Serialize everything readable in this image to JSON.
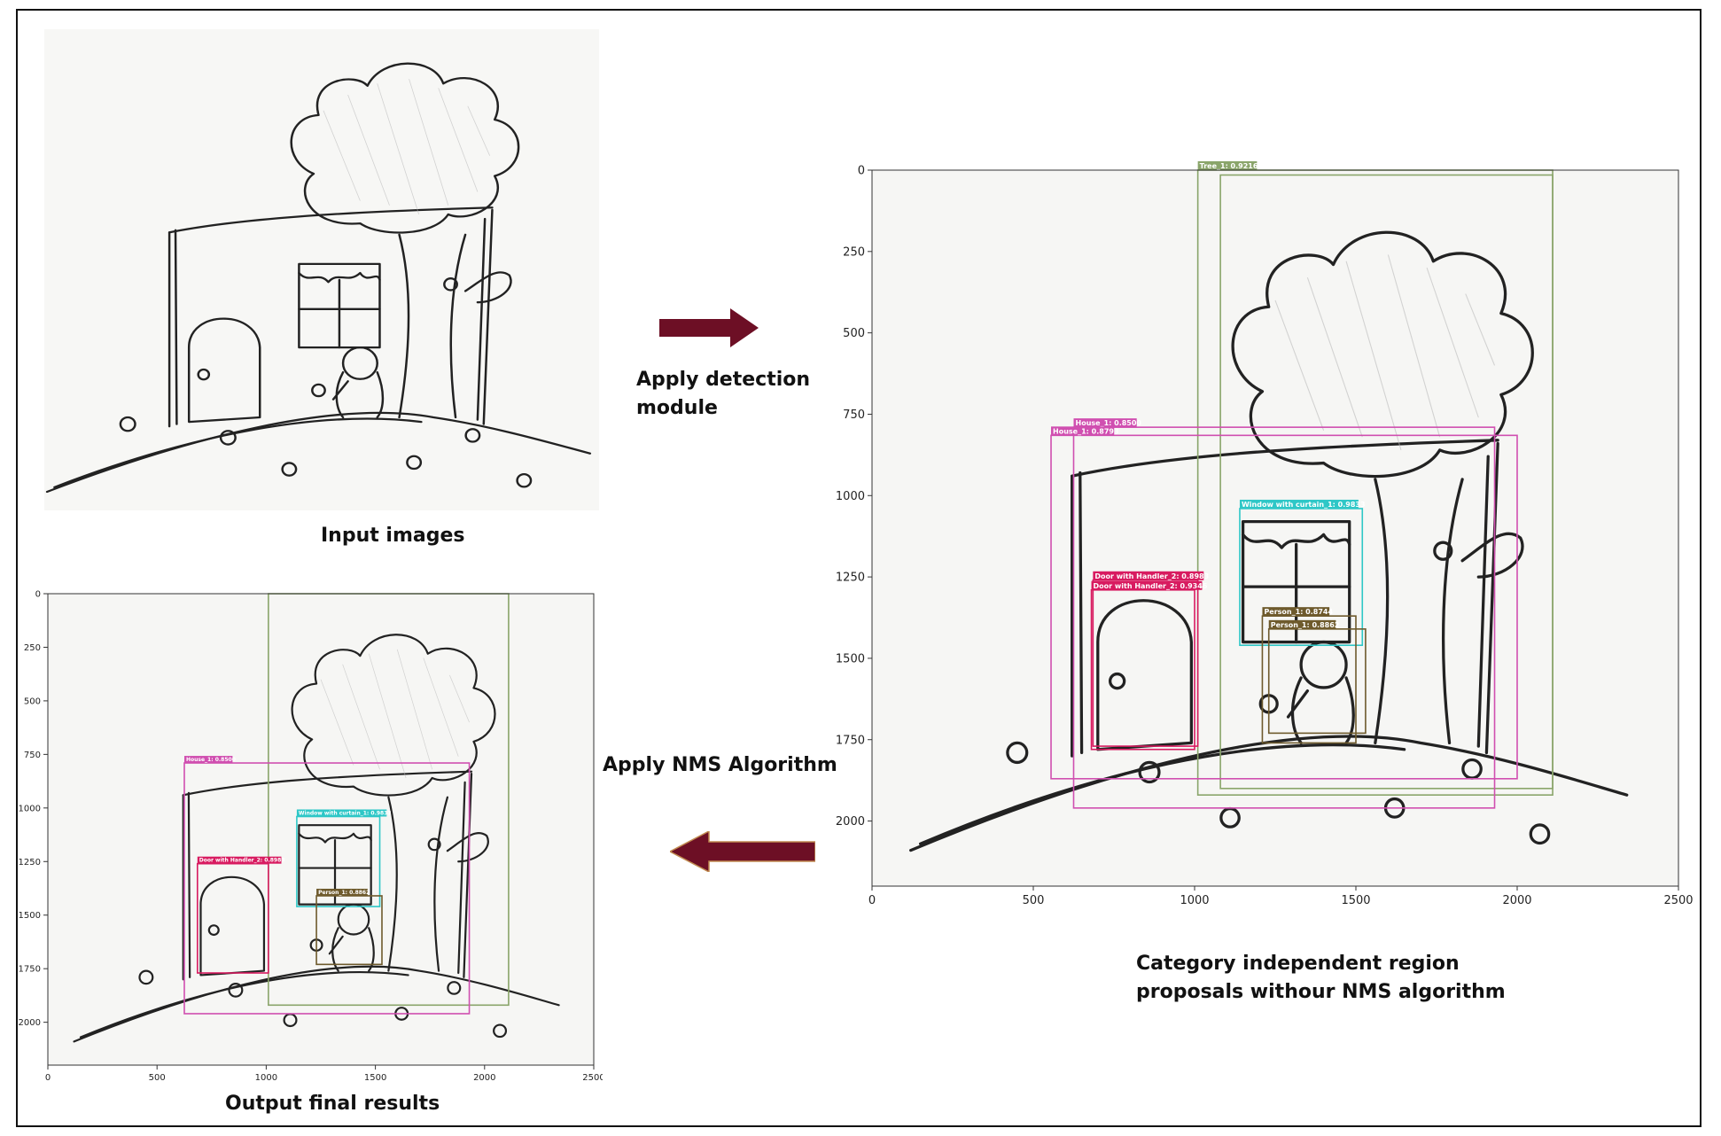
{
  "captions": {
    "input": "Input images",
    "detect": "Apply detection\nmodule",
    "nms": "Apply NMS Algorithm",
    "proposals": "Category independent region\nproposals withour NMS algorithm",
    "output": "Output final results"
  },
  "colors": {
    "arrow": "#6d0f25",
    "house": "#d04fb0",
    "tree": "#8aa56a",
    "window": "#2ec7c7",
    "door": "#d81b60",
    "person": "#6e5a2c"
  },
  "axes": {
    "x_ticks": [
      0,
      500,
      1000,
      1500,
      2000,
      2500
    ],
    "y_ticks": [
      0,
      250,
      500,
      750,
      1000,
      1250,
      1500,
      1750,
      2000
    ],
    "xlim": [
      0,
      2500
    ],
    "ylim": [
      0,
      2200
    ]
  },
  "proposals": [
    {
      "label": "Tree_1: 0.9216",
      "color": "tree",
      "x1": 1010,
      "y1": 0,
      "x2": 2110,
      "y2": 1920
    },
    {
      "label": "",
      "color": "tree",
      "x1": 1080,
      "y1": 15,
      "x2": 2110,
      "y2": 1900
    },
    {
      "label": "House_1: 0.8500",
      "color": "house",
      "x1": 625,
      "y1": 790,
      "x2": 1930,
      "y2": 1960
    },
    {
      "label": "House_1: 0.8793",
      "color": "house",
      "x1": 555,
      "y1": 815,
      "x2": 2000,
      "y2": 1870
    },
    {
      "label": "Window with curtain_1: 0.9833",
      "color": "window",
      "x1": 1140,
      "y1": 1040,
      "x2": 1520,
      "y2": 1460
    },
    {
      "label": "Door with Handler_2: 0.8983",
      "color": "door",
      "x1": 685,
      "y1": 1260,
      "x2": 1010,
      "y2": 1770
    },
    {
      "label": "Door with Handler_2: 0.9346",
      "color": "door",
      "x1": 680,
      "y1": 1290,
      "x2": 1000,
      "y2": 1780
    },
    {
      "label": "Person_1: 0.8744",
      "color": "person",
      "x1": 1210,
      "y1": 1370,
      "x2": 1500,
      "y2": 1760
    },
    {
      "label": "Person_1: 0.8862",
      "color": "person",
      "x1": 1230,
      "y1": 1410,
      "x2": 1530,
      "y2": 1730
    }
  ],
  "finals": [
    {
      "label": "",
      "color": "tree",
      "x1": 1010,
      "y1": 0,
      "x2": 2110,
      "y2": 1920
    },
    {
      "label": "House_1: 0.8500",
      "color": "house",
      "x1": 625,
      "y1": 790,
      "x2": 1930,
      "y2": 1960
    },
    {
      "label": "Window with curtain_1: 0.9833",
      "color": "window",
      "x1": 1140,
      "y1": 1040,
      "x2": 1520,
      "y2": 1460
    },
    {
      "label": "Door with Handler_2: 0.8983",
      "color": "door",
      "x1": 685,
      "y1": 1260,
      "x2": 1010,
      "y2": 1770
    },
    {
      "label": "Person_1: 0.8862",
      "color": "person",
      "x1": 1230,
      "y1": 1410,
      "x2": 1530,
      "y2": 1730
    }
  ]
}
